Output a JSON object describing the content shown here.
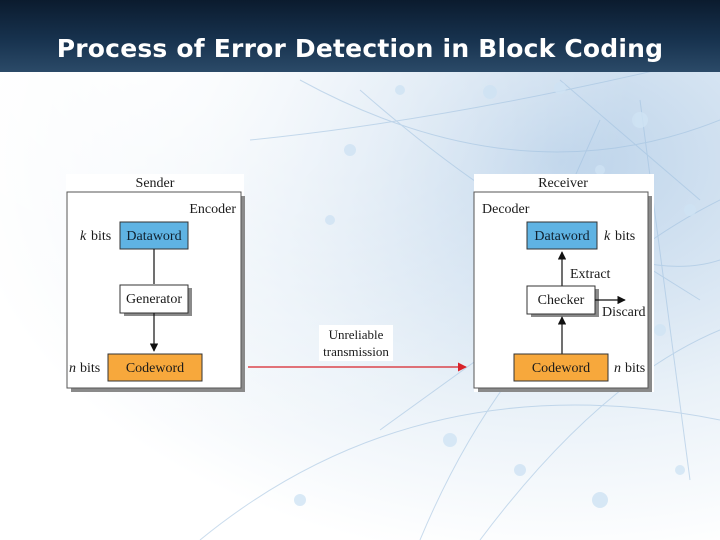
{
  "slide": {
    "title": "Process of Error Detection in Block Coding"
  },
  "sender": {
    "label": "Sender",
    "encoder_label": "Encoder",
    "dataword_label": "Dataword",
    "generator_label": "Generator",
    "codeword_label": "Codeword",
    "k_label": "k",
    "n_label": "n",
    "bits_label": "bits"
  },
  "channel": {
    "line1": "Unreliable",
    "line2": "transmission"
  },
  "receiver": {
    "label": "Receiver",
    "decoder_label": "Decoder",
    "dataword_label": "Dataword",
    "checker_label": "Checker",
    "codeword_label": "Codeword",
    "extract_label": "Extract",
    "discard_label": "Discard",
    "k_label": "k",
    "n_label": "n",
    "bits_label": "bits"
  },
  "colors": {
    "dataword_fill": "#5fb3e3",
    "codeword_fill": "#f7a83c",
    "transmission_arrow": "#d8232a",
    "title_band": "#17324e"
  }
}
